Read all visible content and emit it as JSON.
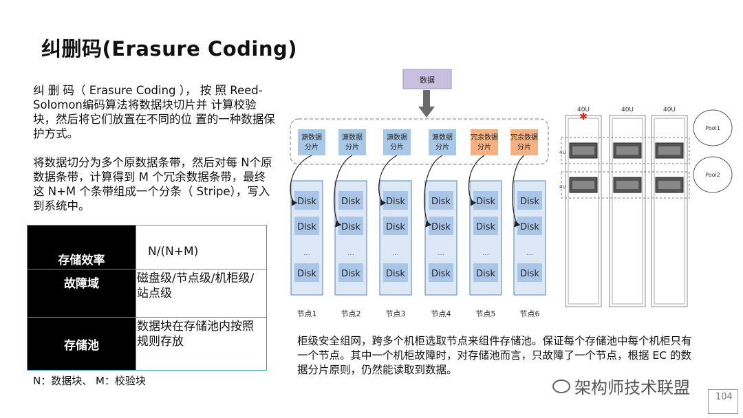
{
  "title": "纠删码(Erasure Coding)",
  "para1": "纠 删 码（ Erasure Coding ）， 按 照 Reed-Solomon编码算法将数据块切片并 计算校验块，然后将它们放置在不同的位 置的一种数据保护方式。",
  "para2": "将数据切分为多个原数据条带，然后对每 N个原数据条带，计算得到 M 个冗余数据条带，最终这 N+M 个条带组成一个分条（ Stripe），写入到系统中。",
  "table": [
    {
      "key": "存储效率",
      "value": "N/(N+M)"
    },
    {
      "key": "故障域",
      "value": "磁盘级/节点级/机柜级/站点级"
    },
    {
      "key": "存储池",
      "value": "数据块在存储池内按照规则存放"
    }
  ],
  "footnote": "N：数据块、 M：校验块",
  "diagram": {
    "data_label": "数据",
    "shards": [
      {
        "label": "源数据分片",
        "kind": "source"
      },
      {
        "label": "源数据分片",
        "kind": "source"
      },
      {
        "label": "源数据分片",
        "kind": "source"
      },
      {
        "label": "源数据分片",
        "kind": "source"
      },
      {
        "label": "冗余数据分片",
        "kind": "redundant"
      },
      {
        "label": "冗余数据分片",
        "kind": "redundant"
      }
    ],
    "disk_label": "Disk",
    "ellipsis": "...",
    "nodes": [
      "节点1",
      "节点2",
      "节点3",
      "节点4",
      "节点5",
      "节点6"
    ]
  },
  "racks": {
    "rack_labels": [
      "40U",
      "40U",
      "40U"
    ],
    "unit_labels": [
      "4U",
      "4U"
    ],
    "pools": [
      "Pool1",
      "Pool2"
    ]
  },
  "caption": "柜级安全组网，跨多个机柜选取节点来组件存储池。保证每个存储池中每个机柜只有一个节点。其中一个机柜故障时，对存储池而言，只故障了一个节点，根据 EC 的数据分片原则，仍然能读取到数据。",
  "watermark": "架构师技术联盟",
  "page_number": "104",
  "colors": {
    "source": "#a8c8e8",
    "redundant": "#f4b183",
    "disk": "#a9c6e8",
    "column": "#dce8f5",
    "table_border": "#2aa6b8"
  }
}
